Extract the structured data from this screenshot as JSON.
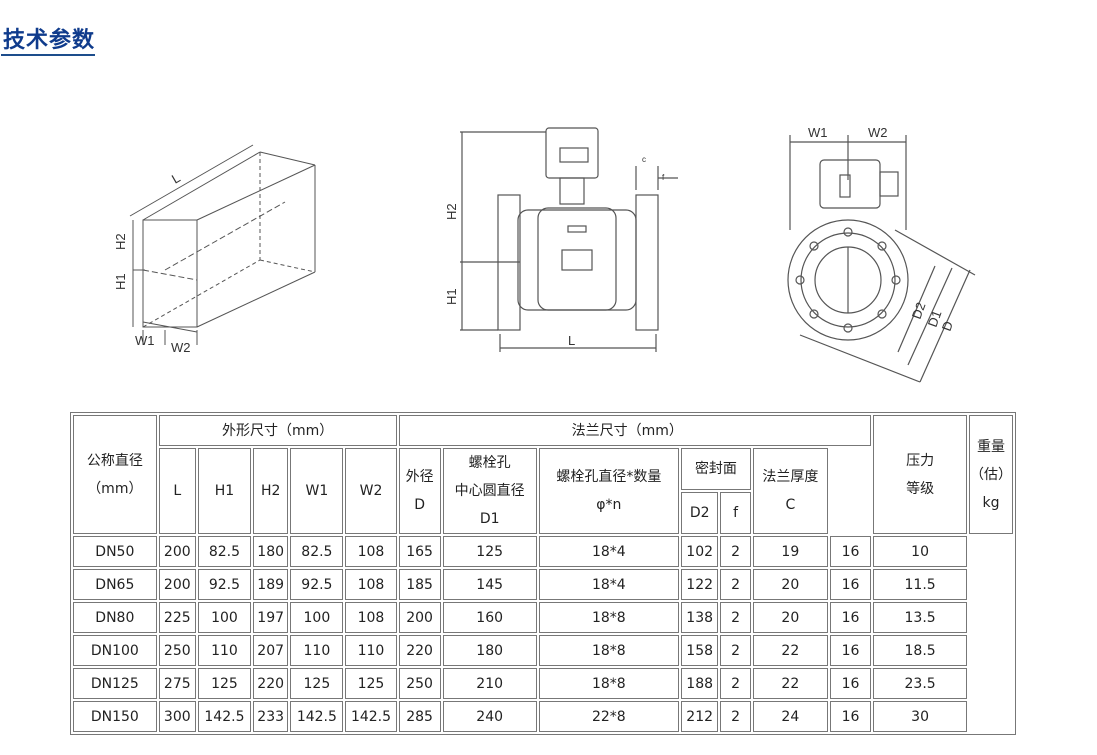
{
  "title": "技术参数",
  "diagrams": {
    "box": {
      "L": "L",
      "H1": "H1",
      "H2": "H2",
      "W1": "W1",
      "W2": "W2"
    },
    "front": {
      "H1": "H1",
      "H2": "H2",
      "L": "L",
      "c": "c",
      "f": "f"
    },
    "side": {
      "W1": "W1",
      "W2": "W2",
      "D": "D",
      "D1": "D1",
      "D2": "D2"
    }
  },
  "table": {
    "h_dn": "公称直径",
    "h_dn_unit": "（mm）",
    "h_shape": "外形尺寸（mm）",
    "h_flange": "法兰尺寸（mm）",
    "h_L": "L",
    "h_H1": "H1",
    "h_H2": "H2",
    "h_W1": "W1",
    "h_W2": "W2",
    "h_D1": "外径",
    "h_D2": "D",
    "h_bolt1": "螺栓孔",
    "h_bolt2": "中心圆直径",
    "h_bolt3": "D1",
    "h_hole1": "螺栓孔直径*数量",
    "h_hole2": "φ*n",
    "h_seal": "密封面",
    "h_sD2": "D2",
    "h_f": "f",
    "h_thk1": "法兰厚度",
    "h_thk2": "C",
    "h_pr1": "压力",
    "h_pr2": "等级",
    "h_wt1": "重量（估）",
    "h_wt2": "kg",
    "rows": [
      [
        "DN50",
        "200",
        "82.5",
        "180",
        "82.5",
        "108",
        "165",
        "125",
        "18*4",
        "102",
        "2",
        "19",
        "16",
        "10"
      ],
      [
        "DN65",
        "200",
        "92.5",
        "189",
        "92.5",
        "108",
        "185",
        "145",
        "18*4",
        "122",
        "2",
        "20",
        "16",
        "11.5"
      ],
      [
        "DN80",
        "225",
        "100",
        "197",
        "100",
        "108",
        "200",
        "160",
        "18*8",
        "138",
        "2",
        "20",
        "16",
        "13.5"
      ],
      [
        "DN100",
        "250",
        "110",
        "207",
        "110",
        "110",
        "220",
        "180",
        "18*8",
        "158",
        "2",
        "22",
        "16",
        "18.5"
      ],
      [
        "DN125",
        "275",
        "125",
        "220",
        "125",
        "125",
        "250",
        "210",
        "18*8",
        "188",
        "2",
        "22",
        "16",
        "23.5"
      ],
      [
        "DN150",
        "300",
        "142.5",
        "233",
        "142.5",
        "142.5",
        "285",
        "240",
        "22*8",
        "212",
        "2",
        "24",
        "16",
        "30"
      ]
    ]
  }
}
